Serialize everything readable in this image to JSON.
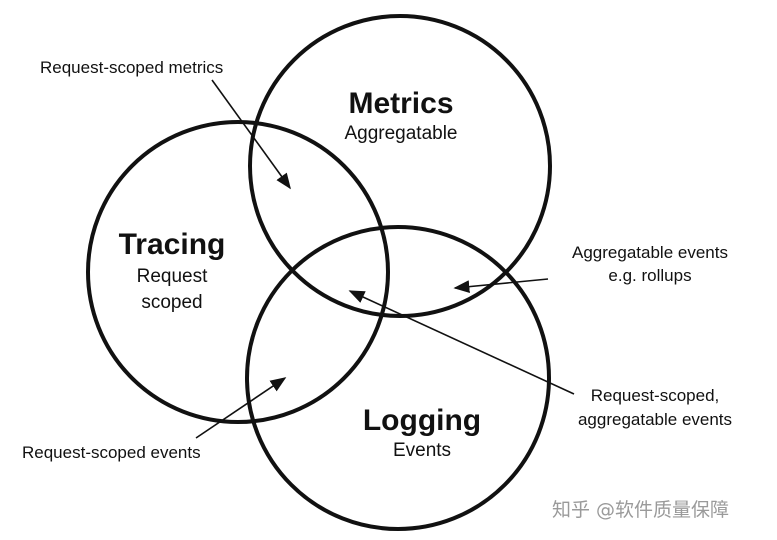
{
  "circles": {
    "metrics": {
      "title": "Metrics",
      "subtitle": "Aggregatable"
    },
    "tracing": {
      "title": "Tracing",
      "subtitle_line1": "Request",
      "subtitle_line2": "scoped"
    },
    "logging": {
      "title": "Logging",
      "subtitle": "Events"
    }
  },
  "annotations": {
    "request_scoped_metrics": "Request-scoped metrics",
    "aggregatable_events_line1": "Aggregatable events",
    "aggregatable_events_line2": "e.g. rollups",
    "request_scoped_aggregatable_line1": "Request-scoped,",
    "request_scoped_aggregatable_line2": "aggregatable events",
    "request_scoped_events": "Request-scoped events"
  },
  "watermark": "知乎 @软件质量保障"
}
